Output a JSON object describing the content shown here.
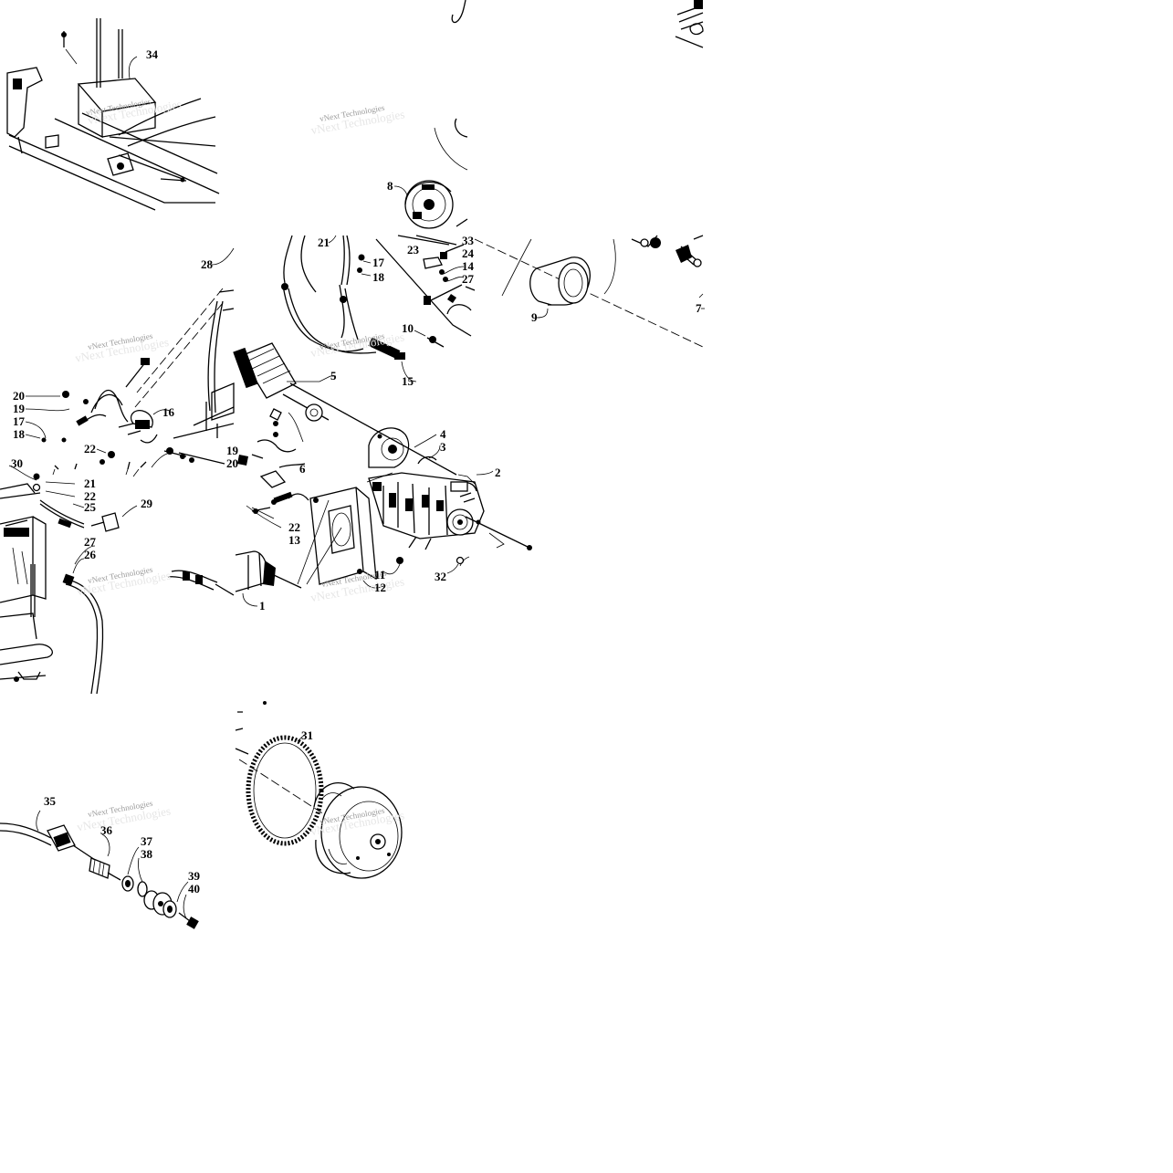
{
  "diagram": {
    "watermark": "vNext Technologies",
    "callouts": [
      {
        "id": "c34",
        "label": "34"
      },
      {
        "id": "c8",
        "label": "8"
      },
      {
        "id": "c21a",
        "label": "21"
      },
      {
        "id": "c28",
        "label": "28"
      },
      {
        "id": "c23",
        "label": "23"
      },
      {
        "id": "c33",
        "label": "33"
      },
      {
        "id": "c24",
        "label": "24"
      },
      {
        "id": "c14a",
        "label": "14"
      },
      {
        "id": "c27a",
        "label": "27"
      },
      {
        "id": "c17a",
        "label": "17"
      },
      {
        "id": "c18a",
        "label": "18"
      },
      {
        "id": "c10",
        "label": "10"
      },
      {
        "id": "c15",
        "label": "15"
      },
      {
        "id": "c9",
        "label": "9"
      },
      {
        "id": "c7",
        "label": "7"
      },
      {
        "id": "c5",
        "label": "5"
      },
      {
        "id": "c20a",
        "label": "20"
      },
      {
        "id": "c19a",
        "label": "19"
      },
      {
        "id": "c17b",
        "label": "17"
      },
      {
        "id": "c18b",
        "label": "18"
      },
      {
        "id": "c16",
        "label": "16"
      },
      {
        "id": "c22a",
        "label": "22"
      },
      {
        "id": "c19b",
        "label": "19"
      },
      {
        "id": "c20b",
        "label": "20"
      },
      {
        "id": "c6",
        "label": "6"
      },
      {
        "id": "c4",
        "label": "4"
      },
      {
        "id": "c3",
        "label": "3"
      },
      {
        "id": "c2",
        "label": "2"
      },
      {
        "id": "c30",
        "label": "30"
      },
      {
        "id": "c21b",
        "label": "21"
      },
      {
        "id": "c22b",
        "label": "22"
      },
      {
        "id": "c25",
        "label": "25"
      },
      {
        "id": "c29",
        "label": "29"
      },
      {
        "id": "c27b",
        "label": "27"
      },
      {
        "id": "c26",
        "label": "26"
      },
      {
        "id": "c22c",
        "label": "22"
      },
      {
        "id": "c13",
        "label": "13"
      },
      {
        "id": "c11",
        "label": "11"
      },
      {
        "id": "c12",
        "label": "12"
      },
      {
        "id": "c32",
        "label": "32"
      },
      {
        "id": "c1",
        "label": "1"
      },
      {
        "id": "c31",
        "label": "31"
      },
      {
        "id": "c35",
        "label": "35"
      },
      {
        "id": "c36",
        "label": "36"
      },
      {
        "id": "c37",
        "label": "37"
      },
      {
        "id": "c38",
        "label": "38"
      },
      {
        "id": "c39",
        "label": "39"
      },
      {
        "id": "c40",
        "label": "40"
      }
    ]
  }
}
